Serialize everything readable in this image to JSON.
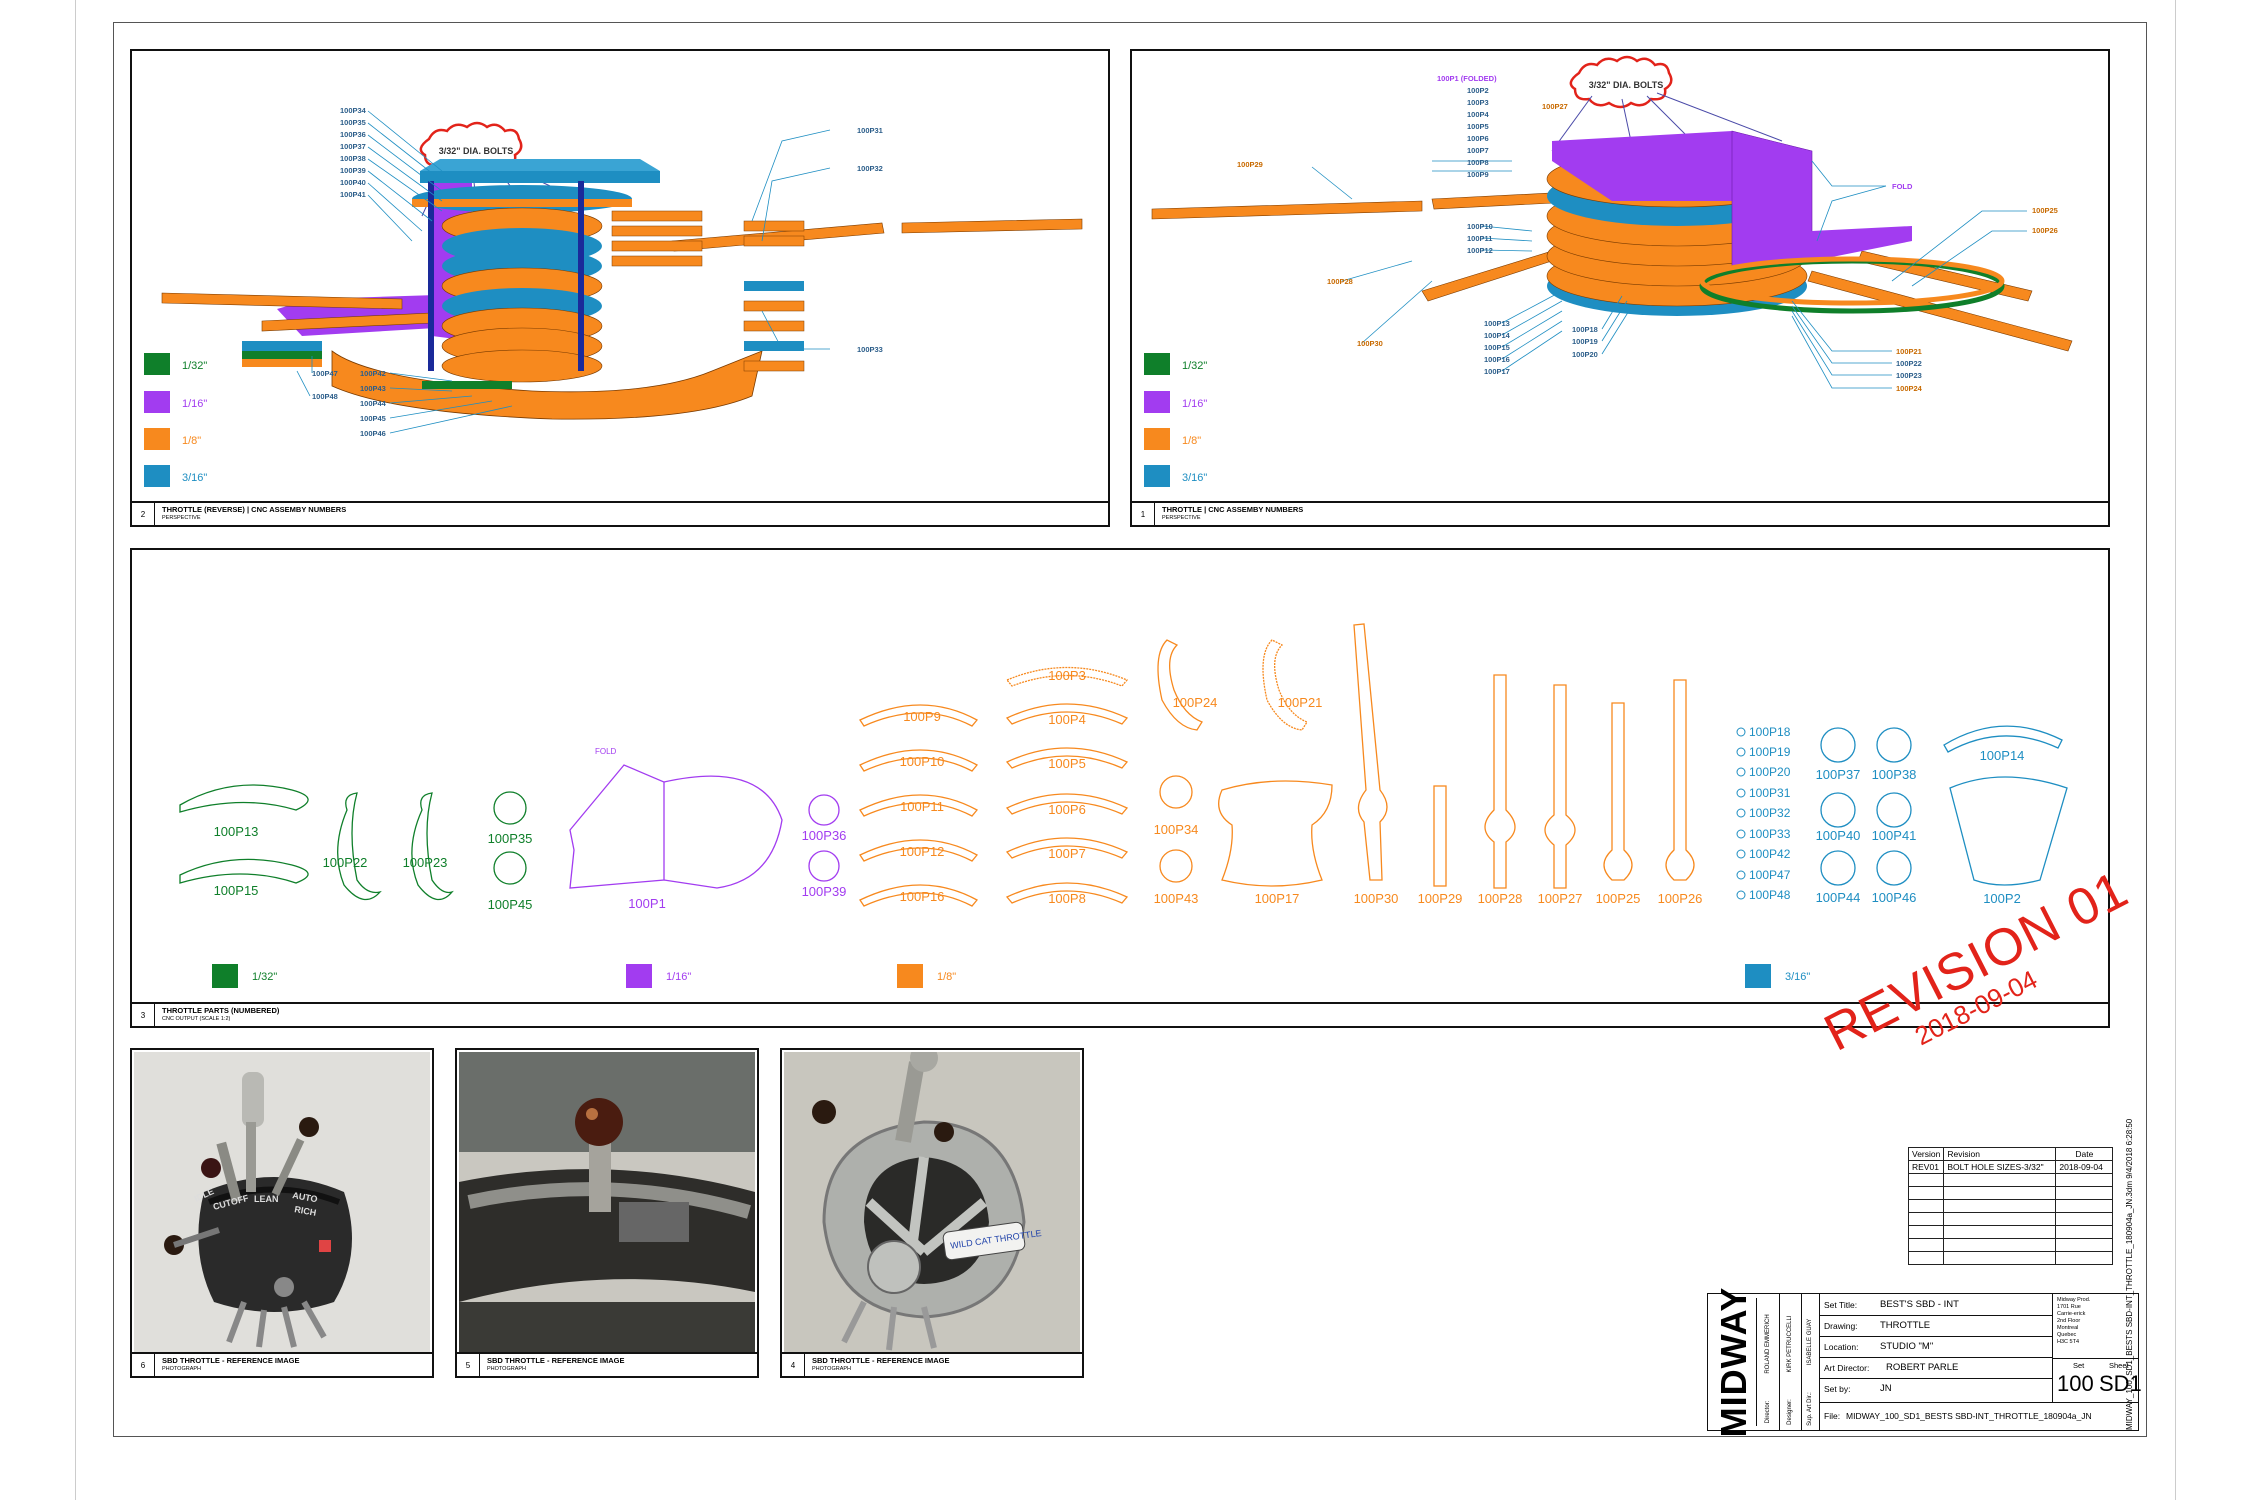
{
  "panels": {
    "p2": {
      "num": "2",
      "title": "THROTTLE (REVERSE) | CNC ASSEMBY NUMBERS",
      "sub": "PERSPECTIVE",
      "callout": "3/32\" DIA. BOLTS",
      "labels_left": [
        "100P34",
        "100P35",
        "100P36",
        "100P37",
        "100P38",
        "100P39",
        "100P40",
        "100P41"
      ],
      "labels_right": [
        "100P31",
        "100P32",
        "100P33"
      ],
      "labels_bottom": [
        "100P47",
        "100P48",
        "100P42",
        "100P43",
        "100P44",
        "100P45",
        "100P46"
      ]
    },
    "p1": {
      "num": "1",
      "title": "THROTTLE | CNC ASSEMBY NUMBERS",
      "sub": "PERSPECTIVE",
      "callout": "3/32\" DIA. BOLTS",
      "labels_top": [
        "100P1 (FOLDED)",
        "100P2",
        "100P3",
        "100P4",
        "100P5",
        "100P6",
        "100P7",
        "100P8",
        "100P9"
      ],
      "label_27": "100P27",
      "label_29": "100P29",
      "label_28": "100P28",
      "label_30": "100P30",
      "label_fold": "FOLD",
      "labels_mid": [
        "100P10",
        "100P11",
        "100P12"
      ],
      "labels_low": [
        "100P13",
        "100P14",
        "100P15",
        "100P16",
        "100P17"
      ],
      "labels_low2": [
        "100P18",
        "100P19",
        "100P20"
      ],
      "labels_right": [
        "100P25",
        "100P26"
      ],
      "labels_right_low": [
        "100P21",
        "100P22",
        "100P23",
        "100P24"
      ]
    },
    "p3": {
      "num": "3",
      "title": "THROTTLE PARTS (NUMBERED)",
      "sub": "CNC OUTPUT (SCALE 1:2)",
      "fold": "FOLD",
      "parts": {
        "p13": "100P13",
        "p15": "100P15",
        "p22": "100P22",
        "p23": "100P23",
        "p35": "100P35",
        "p45": "100P45",
        "p1": "100P1",
        "p36": "100P36",
        "p39": "100P39",
        "p9": "100P9",
        "p10": "100P10",
        "p11": "100P11",
        "p12": "100P12",
        "p16": "100P16",
        "p3": "100P3",
        "p4": "100P4",
        "p5": "100P5",
        "p6": "100P6",
        "p7": "100P7",
        "p8": "100P8",
        "p24": "100P24",
        "p34": "100P34",
        "p43": "100P43",
        "p21": "100P21",
        "p17": "100P17",
        "p30": "100P30",
        "p29": "100P29",
        "p28": "100P28",
        "p27": "100P27",
        "p25": "100P25",
        "p26": "100P26",
        "p37": "100P37",
        "p38": "100P38",
        "p40": "100P40",
        "p41": "100P41",
        "p44": "100P44",
        "p46": "100P46",
        "p14": "100P14",
        "p2": "100P2"
      },
      "bolts": [
        "100P18",
        "100P19",
        "100P20",
        "100P31",
        "100P32",
        "100P33",
        "100P42",
        "100P47",
        "100P48"
      ]
    },
    "p6": {
      "num": "6",
      "title": "SBD THROTTLE - REFERENCE IMAGE",
      "sub": "PHOTOGRAPH",
      "texts": [
        "CUTOFF",
        "LEAN",
        "AUTO",
        "RICH",
        "IDLE"
      ]
    },
    "p5": {
      "num": "5",
      "title": "SBD THROTTLE - REFERENCE IMAGE",
      "sub": "PHOTOGRAPH"
    },
    "p4": {
      "num": "4",
      "title": "SBD THROTTLE - REFERENCE IMAGE",
      "sub": "PHOTOGRAPH",
      "tag": "WILD CAT THROTTLE"
    }
  },
  "legend": [
    {
      "label": "1/32\"",
      "color": "#0f7f2a"
    },
    {
      "label": "1/16\"",
      "color": "#a23cf0"
    },
    {
      "label": "1/8\"",
      "color": "#f7891e"
    },
    {
      "label": "3/16\"",
      "color": "#1e8ec2"
    }
  ],
  "colors": {
    "green": "#0f7f2a",
    "purple": "#a23cf0",
    "orange": "#f7891e",
    "blue": "#1e8ec2",
    "red": "#e2231a"
  },
  "revision": {
    "title": "REVISION 01",
    "date": "2018-09-04"
  },
  "rev_table": {
    "headers": [
      "Version",
      "Revision",
      "Date"
    ],
    "rows": [
      [
        "REV01",
        "BOLT HOLE SIZES-3/32\"",
        "2018-09-04"
      ]
    ]
  },
  "title_block": {
    "logo": "MIDWAY",
    "credits": [
      "Director:",
      "ROLAND EMMERICH",
      "Designer:",
      "KIRK PETRUCCELLI",
      "Sup. Art Dir.:",
      "ISABELLE GUAY"
    ],
    "set_title_label": "Set Title:",
    "set_title": "BEST'S SBD - INT",
    "drawing_label": "Drawing:",
    "drawing": "THROTTLE",
    "location_label": "Location:",
    "location": "STUDIO \"M\"",
    "art_director_label": "Art Director:",
    "art_director": "ROBERT PARLE",
    "set_by_label": "Set by:",
    "set_by": "JN",
    "address": [
      "Midway Prod.",
      "1701 Rue",
      "Carrie-erick",
      "2nd Floor",
      "Montreal",
      "Quebec",
      "H3C 5T4"
    ],
    "set_label": "Set",
    "sheet_label": "Sheet",
    "set": "100",
    "sheet": "SD1",
    "file_label": "File:",
    "file": "MIDWAY_100_SD1_BESTS SBD-INT_THROTTLE_180904a_JN"
  },
  "vertical_filename": "MIDWAY_100_SD1_BESTS SBD-INT_THROTTLE_180904a_JN.3dm 9/4/2018 6:28:50"
}
